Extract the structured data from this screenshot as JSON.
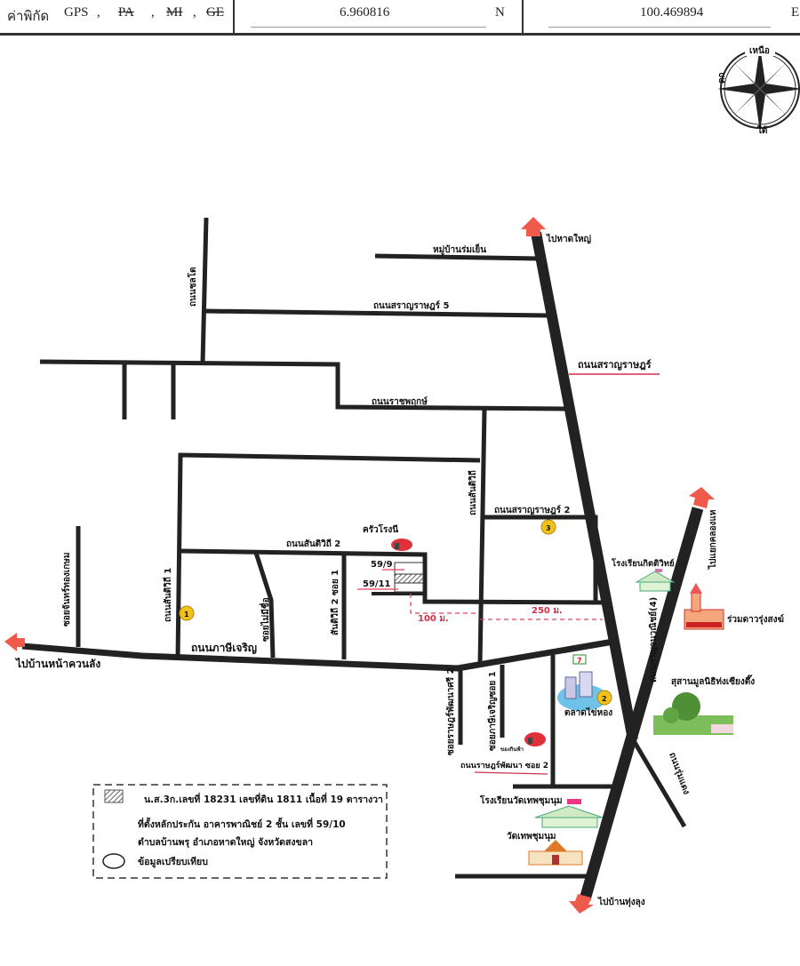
{
  "header": {
    "label": "ค่าพิกัด",
    "gps": "GPS",
    "sep": ",",
    "pa": "PA",
    "mi": "MI",
    "ge": "GE",
    "latitude": "6.960816",
    "lat_dir": "N",
    "longitude": "100.469894",
    "lon_dir": "E"
  },
  "compass": {
    "north": "เหนือ",
    "west": "ตก",
    "south": "ใต้"
  },
  "roads": {
    "to_hatyai": "ไปหาดใหญ่",
    "rom_yen": "หมู่บ้านร่มเย็น",
    "chonto": "ถนนชลโต",
    "saranrat5": "ถนนสราญราษฎร์ 5",
    "saranrat": "ถนนสราญราษฎร์",
    "ratchaphruek": "ถนนราชพฤกษ์",
    "santiwithi": "ถนนสันติวิถี",
    "saranrat2": "ถนนสราญราษฎร์ 2",
    "santiwithi2": "ถนนสันติวิถี 2",
    "santiwithi1": "ถนนสันติวิถี 1",
    "no_name_soi": "ซอยไม่มีชื่อ",
    "santiwithi2_soi1": "สันติวิถี 2 ซอย 1",
    "chanthong": "ซอยจันทร์ทองเกษม",
    "phasi_charoen": "ถนนภาษีเจริญ",
    "to_na_khuan_lang": "ไปบ้านหน้าควนลัง",
    "ratphatthana_si2": "ซอยราษฎร์พัฒนาศรี 2",
    "phasi_soi1": "ซอยภาษีเจริญซอย 1",
    "ratphatthana_soi2": "ถนนราษฎร์พัฒนา ซอย 2",
    "to_thung_lung": "ไปบ้านทุ่งลุง",
    "rum_daeng": "ถนนรุ่มแดง",
    "kanchanawanit": "ถนนกาญจนวณิชย์(4)",
    "to_khlong_hae": "ไปแยกคลองแห"
  },
  "places": {
    "krua": "ครัวโรงนี",
    "plot_a": "59/9",
    "plot_b": "59/11",
    "dist_100": "100 ม.",
    "dist_250": "250 ม.",
    "kittiwit_school": "โรงเรียนกิตติวิทย์",
    "dao_rung": "ร่วมดาวรุ่งสงฆ์",
    "cemetery": "สุสานมูลนิธิท่งเซียงตึ๊ง",
    "market": "ตลาดไข่หอง",
    "shop": "ของกินฟ้า",
    "wat_school": "โรงเรียนวัดเทพชุมนุม",
    "wat": "วัดเทพชุมนุม",
    "marker1": "1",
    "marker2": "2",
    "marker3": "3",
    "seven": "7"
  },
  "legend": {
    "line1": "น.ส.3ก.เลขที่ 18231 เลขที่ดิน 1811 เนื้อที่ 19 ตารางวา",
    "line2": "ที่ตั้งหลักประกัน อาคารพาณิชย์ 2 ชั้น เลขที่ 59/10",
    "line3": "ตำบลบ้านพรุ อำเภอหาดใหญ่ จังหวัดสงขลา",
    "line4": "ข้อมูลเปรียบเทียบ"
  },
  "colors": {
    "road": "#222222",
    "arrow": "#f05a4a",
    "marker": "#f2c21b",
    "red_text": "#d2304a"
  }
}
